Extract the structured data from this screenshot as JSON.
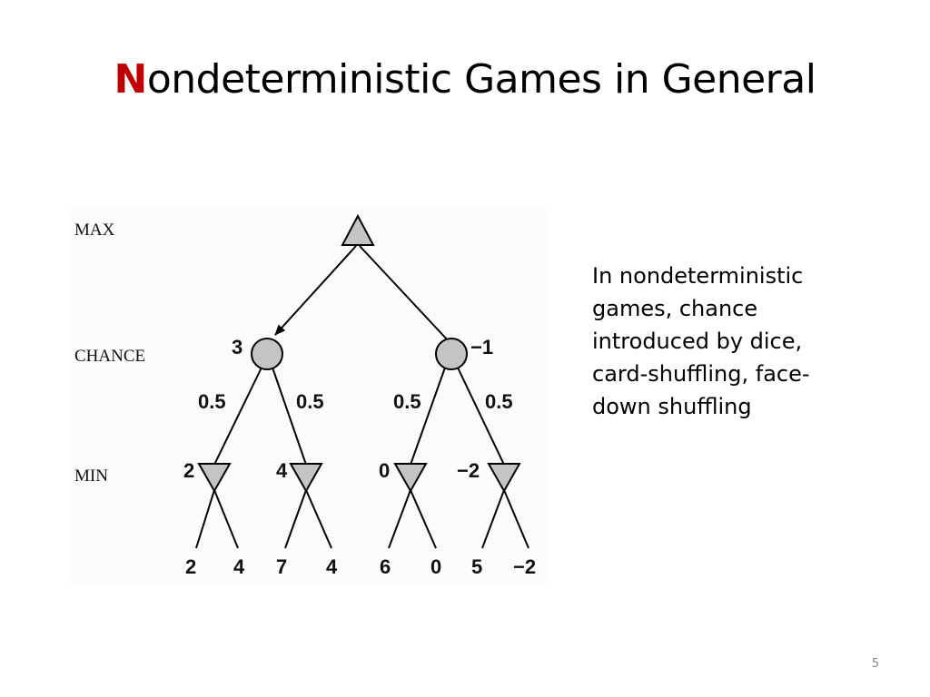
{
  "slide": {
    "title_initial": "N",
    "title_rest": "ondeterministic Games in General",
    "body_lines": [
      "In nondeterministic",
      "games, chance",
      "introduced by dice,",
      "card-shuffling, face-",
      "down shuffling"
    ],
    "slide_number": "5"
  },
  "diagram": {
    "level_labels": {
      "max": "MAX",
      "chance": "CHANCE",
      "min": "MIN"
    },
    "chance_nodes": [
      {
        "value": "3"
      },
      {
        "value": "−1"
      }
    ],
    "probabilities": [
      "0.5",
      "0.5",
      "0.5",
      "0.5"
    ],
    "min_nodes": [
      {
        "value": "2"
      },
      {
        "value": "4"
      },
      {
        "value": "0"
      },
      {
        "value": "−2"
      }
    ],
    "leaves": [
      "2",
      "4",
      "7",
      "4",
      "6",
      "0",
      "5",
      "−2"
    ],
    "colors": {
      "node_fill": "#c4c4c4",
      "edge": "#000000",
      "accent": "#c00000"
    }
  }
}
